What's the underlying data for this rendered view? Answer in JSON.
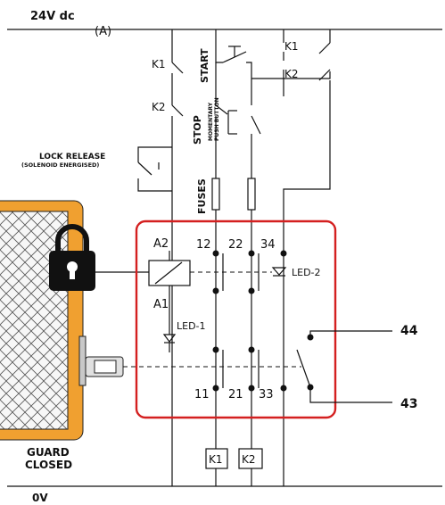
{
  "rails": {
    "top": "24V dc",
    "top_marker": "(A)",
    "bottom": "0V"
  },
  "contacts": {
    "k1_left": "K1",
    "k2_left": "K2",
    "start": "START",
    "stop": "STOP",
    "momentary_1": "MOMENTARY",
    "momentary_2": "PUSH BUTTON",
    "k1_right": "K1",
    "k2_right": "K2",
    "lock_release_1": "LOCK RELEASE",
    "lock_release_2": "(SOLENOID ENERGISED)"
  },
  "fuses_label": "FUSES",
  "relay": {
    "a2": "A2",
    "a1": "A1",
    "t12": "12",
    "t22": "22",
    "t34": "34",
    "t11": "11",
    "t21": "21",
    "t33": "33",
    "led1": "LED-1",
    "led2": "LED-2",
    "out44": "44",
    "out43": "43",
    "border_color": "#d42020"
  },
  "guard": {
    "line1": "GUARD",
    "line2": "CLOSED",
    "frame_color": "#f0a030"
  },
  "coils": {
    "k1": "K1",
    "k2": "K2"
  },
  "icons": [
    "padlock-icon",
    "guard-switch-icon",
    "led-diode-icon"
  ]
}
